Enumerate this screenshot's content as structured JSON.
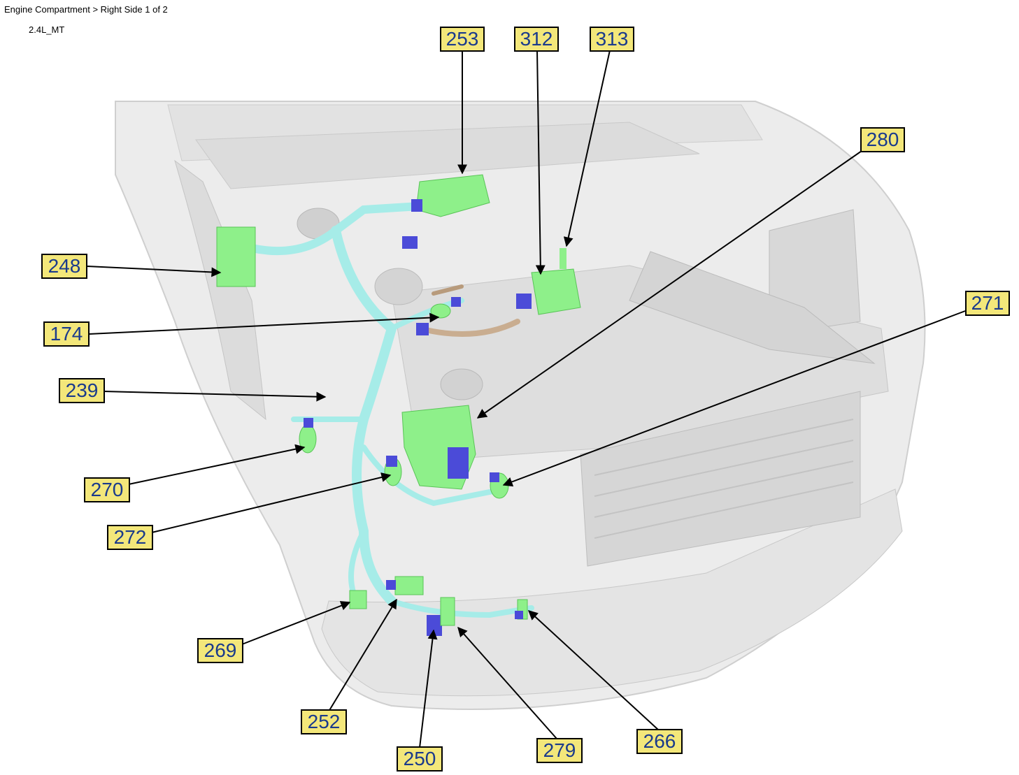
{
  "header": {
    "breadcrumb": "Engine Compartment > Right Side 1 of 2",
    "subtitle": "2.4L_MT"
  },
  "colors": {
    "callout_fill": "#f3e77a",
    "callout_text": "#1a3a8c",
    "component_green": "#8ef08a",
    "connector_blue": "#4b4bd8",
    "harness_cyan": "#a6ece8",
    "vehicle_gray": "#d9d9d9"
  },
  "callouts": [
    {
      "id": "253",
      "label": "253"
    },
    {
      "id": "312",
      "label": "312"
    },
    {
      "id": "313",
      "label": "313"
    },
    {
      "id": "280",
      "label": "280"
    },
    {
      "id": "248",
      "label": "248"
    },
    {
      "id": "174",
      "label": "174"
    },
    {
      "id": "271",
      "label": "271"
    },
    {
      "id": "239",
      "label": "239"
    },
    {
      "id": "270",
      "label": "270"
    },
    {
      "id": "272",
      "label": "272"
    },
    {
      "id": "269",
      "label": "269"
    },
    {
      "id": "252",
      "label": "252"
    },
    {
      "id": "250",
      "label": "250"
    },
    {
      "id": "279",
      "label": "279"
    },
    {
      "id": "266",
      "label": "266"
    }
  ]
}
